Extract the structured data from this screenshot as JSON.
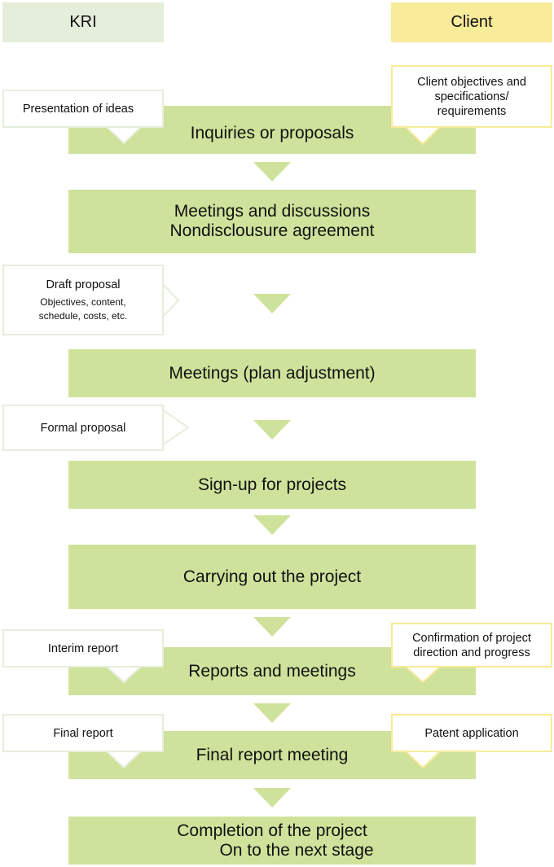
{
  "headers": {
    "kri": "KRI",
    "client": "Client"
  },
  "colors": {
    "step": "#cfe29b",
    "kri": "#e5eedb",
    "client": "#f8eb9a"
  },
  "steps": [
    {
      "lines": [
        "Inquiries or proposals"
      ]
    },
    {
      "lines": [
        "Meetings and discussions",
        "Nondisclousure agreement"
      ]
    },
    {
      "lines": [
        "Meetings (plan adjustment)"
      ]
    },
    {
      "lines": [
        "Sign-up for projects"
      ]
    },
    {
      "lines": [
        "Carrying out the project"
      ]
    },
    {
      "lines": [
        "Reports and meetings"
      ]
    },
    {
      "lines": [
        "Final report meeting"
      ]
    },
    {
      "lines": [
        "Completion of the project",
        "On to the next stage"
      ]
    }
  ],
  "kri_callouts": {
    "ideas": "Presentation of ideas",
    "draft_title": "Draft proposal",
    "draft_detail_1": "Objectives, content,",
    "draft_detail_2": "schedule, costs, etc.",
    "formal": "Formal proposal",
    "interim": "Interim report",
    "final": "Final report"
  },
  "client_callouts": {
    "objectives_1": "Client objectives and",
    "objectives_2": "specifications/",
    "objectives_3": "requirements",
    "confirmation_1": "Confirmation of project",
    "confirmation_2": "direction and progress",
    "patent": "Patent application"
  }
}
